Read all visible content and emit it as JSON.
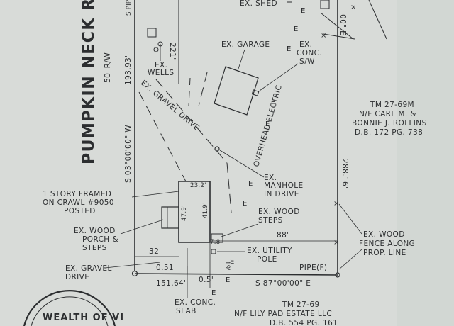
{
  "road": {
    "name": "PUMPKIN NECK RO",
    "row": "50' R/W"
  },
  "left_bearing": "S 03°00'00\" W",
  "left_distance": "193.93'",
  "left_pipe": "S PIP",
  "frontage_221": "221'",
  "labels": {
    "shed": "EX. SHED",
    "wells": [
      "EX.",
      "WELLS"
    ],
    "garage": "EX. GARAGE",
    "conc_sw": [
      "EX.",
      "CONC.",
      "S/W"
    ],
    "gravel_drive": "EX. GRAVEL DRIVE",
    "overhead_electric": "OVERHEAD ELECTRIC",
    "manhole": [
      "EX.",
      "MANHOLE",
      "IN DRIVE"
    ],
    "house": [
      "1 STORY FRAMED",
      "ON CRAWL #9050",
      "POSTED"
    ],
    "wood_steps": [
      "EX. WOOD",
      "STEPS"
    ],
    "porch": [
      "EX. WOOD",
      "PORCH &",
      "STEPS"
    ],
    "utility_pole": [
      "EX. UTILITY",
      "POLE"
    ],
    "gravel_drive_bottom": [
      "EX. GRAVEL",
      "DRIVE"
    ],
    "conc_slab": [
      "EX. CONC.",
      "SLAB"
    ],
    "fence": [
      "EX. WOOD",
      "FENCE ALONG",
      "PROP. LINE"
    ],
    "pipe": "PIPE(F)"
  },
  "dimensions": {
    "house_width": "23.2'",
    "house_depth": "47.9'",
    "house_side": "41.9'",
    "steps_dim": "7.8'",
    "offset_88": "88'",
    "offset_32": "32'",
    "offset_051": "0.51'",
    "offset_05": "0.5'",
    "offset_19": "19'",
    "bottom_distance": "151.64'",
    "right_distance": "288.16'",
    "top_right": "00\" E"
  },
  "bottom_bearing": "S 87°00'00\" E",
  "neighbor_right": [
    "TM 27-69M",
    "N/F CARL M. &",
    "BONNIE J. ROLLINS",
    "D.B. 172 PG. 738"
  ],
  "neighbor_bottom": [
    "TM 27-69",
    "N/F LILY PAD ESTATE LLC",
    "D.B. 554 PG. 161"
  ],
  "seal": "WEALTH OF VI"
}
